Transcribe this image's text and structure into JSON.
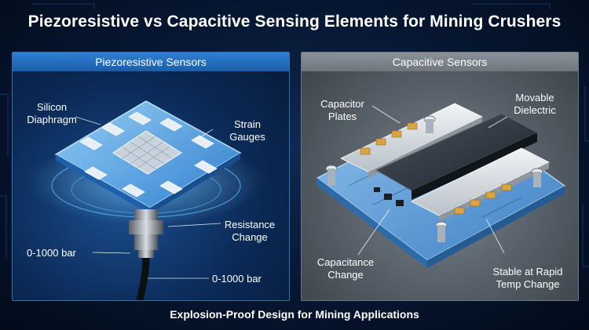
{
  "title": "Piezoresistive vs Capacitive Sensing Elements for Mining Crushers",
  "left_panel": {
    "header": "Piezoresistive Sensors",
    "labels": {
      "silicon_diaphragm": "Silicon\nDiaphragm",
      "strain_gauges": "Strain\nGauges",
      "resistance_change": "Resistance\nChange",
      "pressure_range_left": "0-1000 bar",
      "pressure_range_right": "0-1000 bar"
    }
  },
  "right_panel": {
    "header": "Capacitive Sensors",
    "labels": {
      "capacitor_plates": "Capacitor\nPlates",
      "movable_dielectric": "Movable\nDielectric",
      "capacitance_change": "Capacitance\nChange",
      "stable_temp": "Stable at Rapid\nTemp Change"
    }
  },
  "footer": "Explosion-Proof Design for Mining Applications",
  "colors": {
    "left_accent": "#2f7fd4",
    "right_accent": "#8a9199",
    "background": "#061631"
  }
}
